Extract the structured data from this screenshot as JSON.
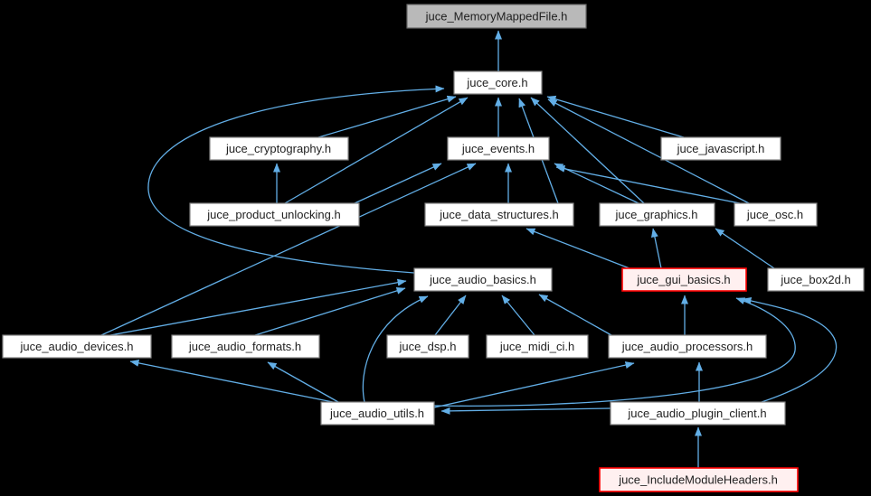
{
  "graph": {
    "background_color": "#000000",
    "edge_color": "#62aee6",
    "node_fill": "#ffffff",
    "node_border": "#828282",
    "root_fill": "#b9b9b9",
    "highlight_fill": "#fff0f0",
    "highlight_border": "#ff0000",
    "nodes": {
      "memory_mapped": {
        "label": "juce_MemoryMappedFile.h",
        "kind": "root"
      },
      "core": {
        "label": "juce_core.h",
        "kind": "normal"
      },
      "cryptography": {
        "label": "juce_cryptography.h",
        "kind": "normal"
      },
      "events": {
        "label": "juce_events.h",
        "kind": "normal"
      },
      "javascript": {
        "label": "juce_javascript.h",
        "kind": "normal"
      },
      "product_unlocking": {
        "label": "juce_product_unlocking.h",
        "kind": "normal"
      },
      "data_structures": {
        "label": "juce_data_structures.h",
        "kind": "normal"
      },
      "graphics": {
        "label": "juce_graphics.h",
        "kind": "normal"
      },
      "osc": {
        "label": "juce_osc.h",
        "kind": "normal"
      },
      "audio_basics": {
        "label": "juce_audio_basics.h",
        "kind": "normal"
      },
      "gui_basics": {
        "label": "juce_gui_basics.h",
        "kind": "highlight"
      },
      "box2d": {
        "label": "juce_box2d.h",
        "kind": "normal"
      },
      "audio_devices": {
        "label": "juce_audio_devices.h",
        "kind": "normal"
      },
      "audio_formats": {
        "label": "juce_audio_formats.h",
        "kind": "normal"
      },
      "dsp": {
        "label": "juce_dsp.h",
        "kind": "normal"
      },
      "midi_ci": {
        "label": "juce_midi_ci.h",
        "kind": "normal"
      },
      "audio_processors": {
        "label": "juce_audio_processors.h",
        "kind": "normal"
      },
      "audio_utils": {
        "label": "juce_audio_utils.h",
        "kind": "normal"
      },
      "plugin_client": {
        "label": "juce_audio_plugin_client.h",
        "kind": "normal"
      },
      "include_module_headers": {
        "label": "juce_IncludeModuleHeaders.h",
        "kind": "highlight"
      }
    },
    "edges": [
      "juce_core.h -> juce_MemoryMappedFile.h",
      "juce_cryptography.h -> juce_core.h",
      "juce_events.h -> juce_core.h",
      "juce_javascript.h -> juce_core.h",
      "juce_product_unlocking.h -> juce_core.h",
      "juce_product_unlocking.h -> juce_cryptography.h",
      "juce_product_unlocking.h -> juce_events.h",
      "juce_data_structures.h -> juce_core.h",
      "juce_data_structures.h -> juce_events.h",
      "juce_graphics.h -> juce_core.h",
      "juce_graphics.h -> juce_events.h",
      "juce_osc.h -> juce_core.h",
      "juce_osc.h -> juce_events.h",
      "juce_audio_basics.h -> juce_core.h",
      "juce_gui_basics.h -> juce_graphics.h",
      "juce_gui_basics.h -> juce_data_structures.h",
      "juce_box2d.h -> juce_graphics.h",
      "juce_audio_devices.h -> juce_audio_basics.h",
      "juce_audio_devices.h -> juce_events.h",
      "juce_audio_formats.h -> juce_audio_basics.h",
      "juce_dsp.h -> juce_audio_basics.h",
      "juce_midi_ci.h -> juce_audio_basics.h",
      "juce_audio_processors.h -> juce_audio_basics.h",
      "juce_audio_processors.h -> juce_gui_basics.h",
      "juce_audio_utils.h -> juce_audio_devices.h",
      "juce_audio_utils.h -> juce_audio_formats.h",
      "juce_audio_utils.h -> juce_audio_basics.h",
      "juce_audio_utils.h -> juce_audio_processors.h",
      "juce_audio_utils.h -> juce_gui_basics.h",
      "juce_audio_plugin_client.h -> juce_audio_processors.h",
      "juce_audio_plugin_client.h -> juce_audio_utils.h",
      "juce_audio_plugin_client.h -> juce_gui_basics.h",
      "juce_IncludeModuleHeaders.h -> juce_audio_plugin_client.h"
    ]
  }
}
